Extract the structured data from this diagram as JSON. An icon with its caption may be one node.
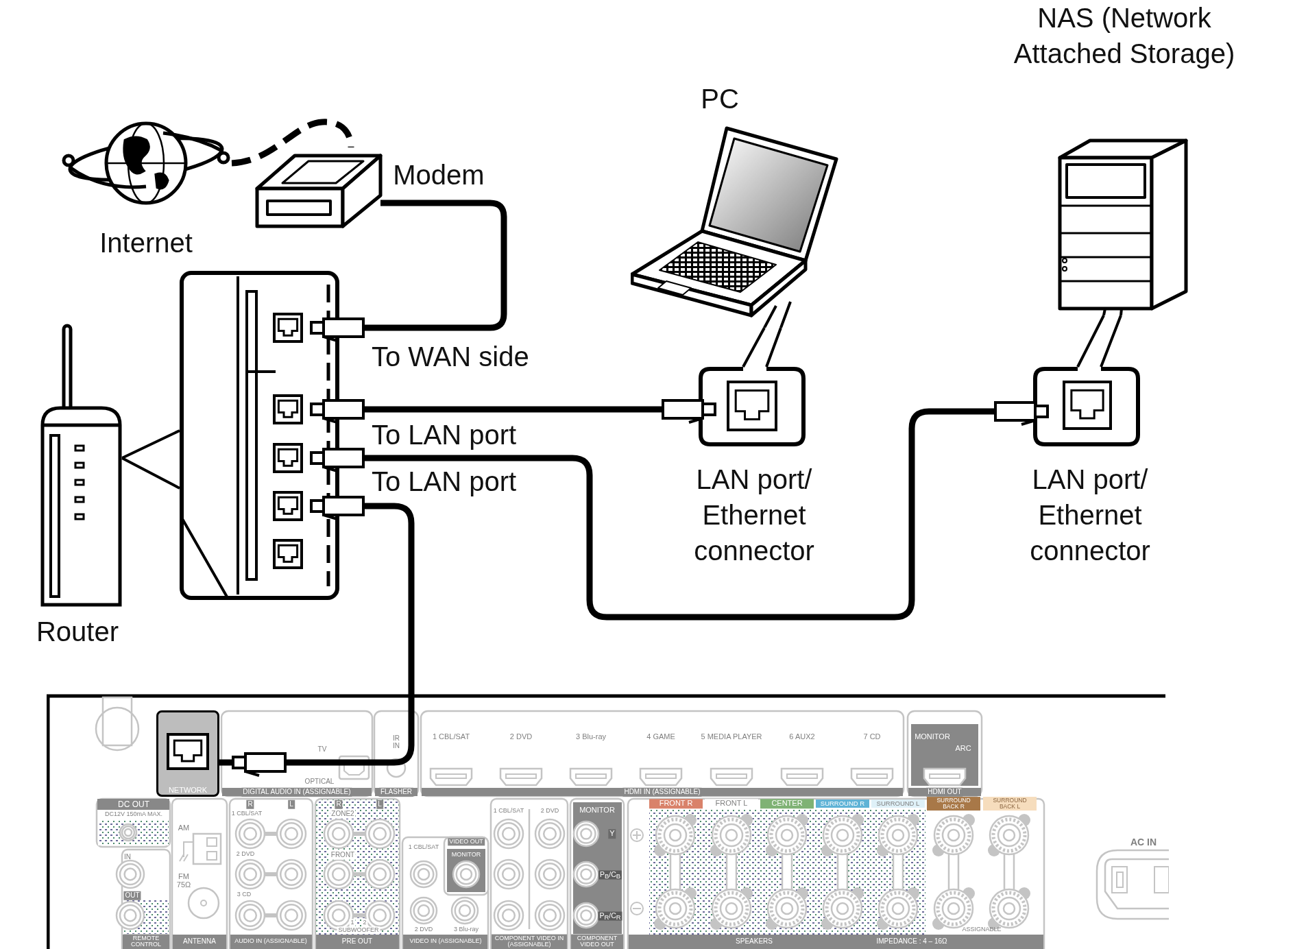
{
  "diagram": {
    "nodes": [
      {
        "text": [
          "Internet"
        ]
      },
      {
        "text": [
          "Modem"
        ]
      },
      {
        "text": [
          "Router"
        ]
      },
      {
        "text": [],
        "shape": "picture"
      },
      {
        "text": [
          "PC"
        ]
      },
      {
        "text": [
          "LAN port/ Ethernet connector"
        ]
      },
      {
        "text": [
          "NAS (Network Attached Storage)"
        ]
      },
      {
        "text": [
          "LAN port/ Ethernet connector"
        ]
      },
      {
        "text": [],
        "shape": "picture"
      },
      {
        "text": [
          "NETWORK"
        ],
        "in": 8
      }
    ],
    "edges": [
      {
        "from": 0,
        "to": 1,
        "arrow": "none",
        "style": "dashed"
      },
      {
        "from": 1,
        "to": 3,
        "arrow": "none",
        "label": "To WAN side"
      },
      {
        "from": 3,
        "to": 5,
        "arrow": "none",
        "label": "To LAN port"
      },
      {
        "from": 3,
        "to": 7,
        "arrow": "none",
        "label": "To LAN port"
      },
      {
        "from": 3,
        "to": 9,
        "arrow": "none"
      },
      {
        "from": 2,
        "to": 3,
        "arrow": "none"
      },
      {
        "from": 4,
        "to": 5,
        "arrow": "none"
      },
      {
        "from": 6,
        "to": 7,
        "arrow": "none"
      }
    ],
    "labels": [
      "TV",
      "OPTICAL",
      "DIGITAL AUDIO IN (ASSIGNABLE)",
      "IR IN",
      "FLASHER",
      "1 CBL/SAT",
      "2 DVD",
      "3 Blu-ray",
      "4 GAME",
      "5 MEDIA PLAYER",
      "6 AUX2",
      "7 CD",
      "HDMI IN (ASSIGNABLE)",
      "MONITOR",
      "ARC",
      "HDMI OUT",
      "DC OUT",
      "DC12V 150mA MAX.",
      "IN",
      "OUT",
      "REMOTE CONTROL",
      "AM",
      "FM 75Ω",
      "ANTENNA",
      "R",
      "L",
      "1 CBL/SAT",
      "2 DVD",
      "3 CD",
      "AUDIO IN (ASSIGNABLE)",
      "R",
      "L",
      "ZONE2",
      "FRONT",
      "1",
      "2",
      "SUBWOOFER",
      "PRE OUT",
      "1 CBL/SAT",
      "VIDEO OUT",
      "MONITOR",
      "2 DVD",
      "3 Blu-ray",
      "VIDEO IN (ASSIGNABLE)",
      "1 CBL/SAT",
      "2 DVD",
      "COMPONENT VIDEO IN (ASSIGNABLE)",
      "MONITOR",
      "Y",
      "P$_{B}$/C$_{B}$",
      "P$_{R}$/C$_{R}$",
      "COMPONENT VIDEO OUT",
      "FRONT R",
      "FRONT L",
      "CENTER",
      "SURROUND R",
      "SURROUND L",
      "SURROUND BACK R",
      "SURROUND BACK L",
      "ASSIGNABLE",
      "SPEAKERS",
      "IMPEDANCE : 4 – 16Ω",
      "AC IN"
    ]
  }
}
